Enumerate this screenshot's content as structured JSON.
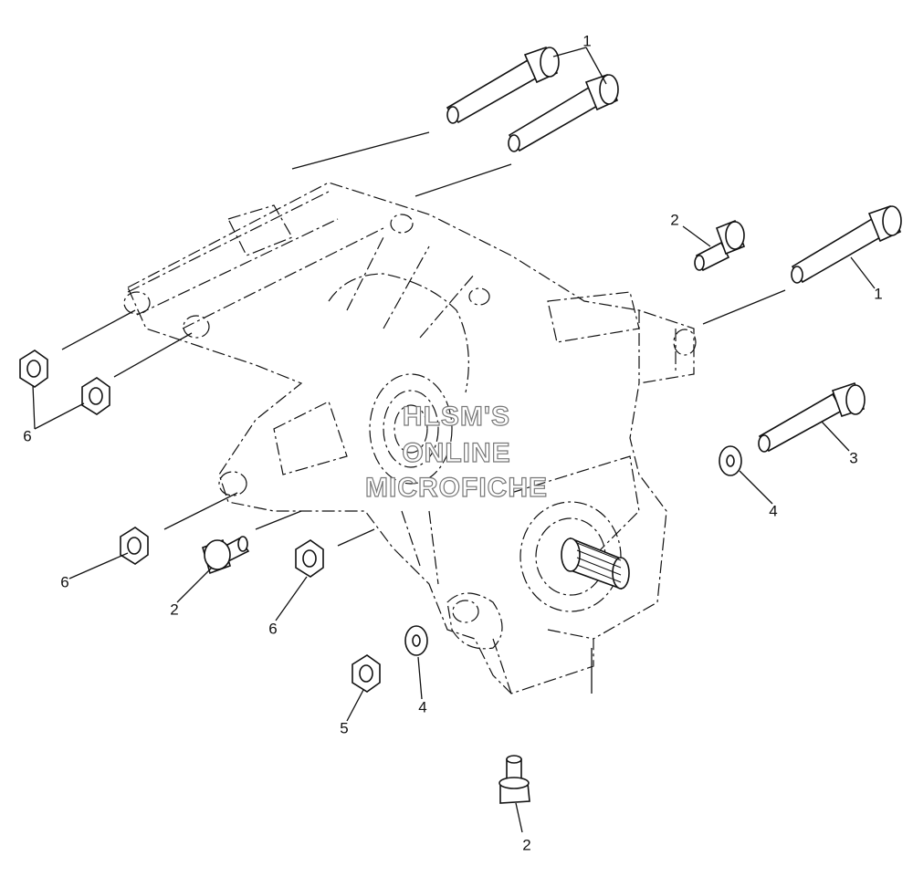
{
  "callouts": [
    {
      "id": "c1a",
      "text": "1"
    },
    {
      "id": "c1b",
      "text": "1"
    },
    {
      "id": "c2a",
      "text": "2"
    },
    {
      "id": "c2b",
      "text": "2"
    },
    {
      "id": "c2c",
      "text": "2"
    },
    {
      "id": "c3",
      "text": "3"
    },
    {
      "id": "c4a",
      "text": "4"
    },
    {
      "id": "c4b",
      "text": "4"
    },
    {
      "id": "c5",
      "text": "5"
    },
    {
      "id": "c6a",
      "text": "6"
    },
    {
      "id": "c6b",
      "text": "6"
    },
    {
      "id": "c6c",
      "text": "6"
    }
  ],
  "watermark": {
    "line1": "HLSM'S",
    "line2": "ONLINE",
    "line3": "MICROFICHE"
  }
}
